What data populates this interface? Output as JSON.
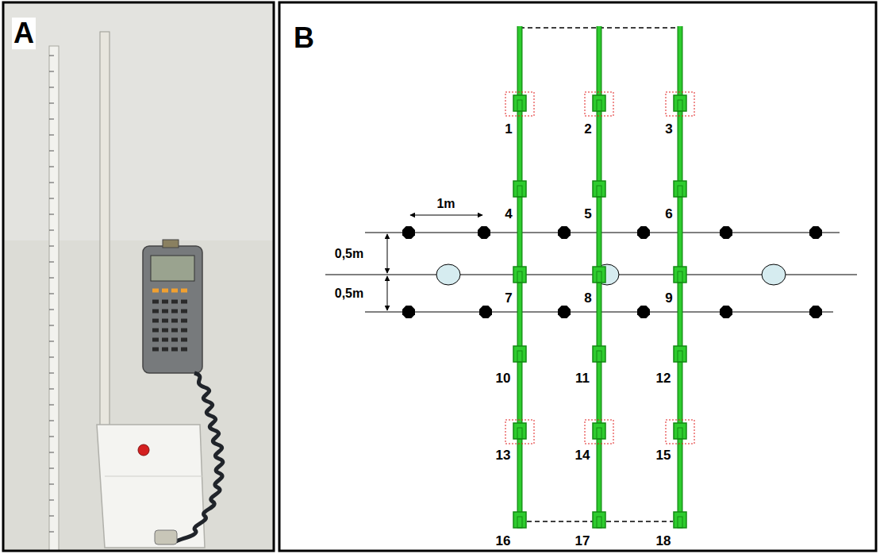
{
  "diagram": {
    "labels": [
      "A",
      "B",
      "1m",
      "0,5m",
      "0,5m",
      "1",
      "2",
      "3",
      "4",
      "5",
      "6",
      "7",
      "8",
      "9",
      "10",
      "11",
      "12",
      "13",
      "14",
      "15",
      "16",
      "17",
      "18"
    ]
  }
}
